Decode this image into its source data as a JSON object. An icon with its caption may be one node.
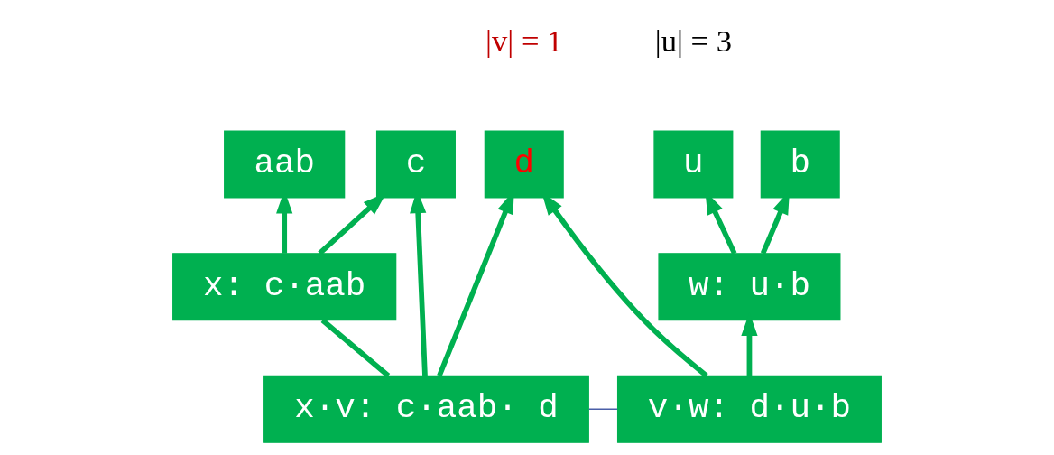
{
  "diagram": {
    "nodes": [
      {
        "text": [
          "c"
        ]
      },
      {
        "text": [
          "aab"
        ]
      },
      {
        "text": [
          "d"
        ],
        "beside": [
          "|v| = 1"
        ]
      },
      {
        "text": [
          "b"
        ]
      },
      {
        "text": [
          "u"
        ],
        "beside": [
          "|u| = 3"
        ]
      },
      {
        "text": [
          "x: c·aab"
        ]
      },
      {
        "text": [
          "w: u·b"
        ]
      },
      {
        "text": [
          "x·v: c·aab· d"
        ]
      },
      {
        "text": [
          "v·w: d·u·b"
        ]
      }
    ],
    "edges": [
      {
        "from": 7,
        "to": 0,
        "arrow": "to"
      },
      {
        "from": 5,
        "to": 0,
        "arrow": "to"
      },
      {
        "from": 5,
        "to": 1,
        "arrow": "to"
      },
      {
        "from": 7,
        "to": 5,
        "arrow": "none"
      },
      {
        "from": 7,
        "to": 2,
        "arrow": "to"
      },
      {
        "from": 8,
        "to": 2,
        "arrow": "to"
      },
      {
        "from": 6,
        "to": 3,
        "arrow": "to"
      },
      {
        "from": 6,
        "to": 4,
        "arrow": "to"
      },
      {
        "from": 8,
        "to": 6,
        "arrow": "to"
      },
      {
        "from": 7,
        "to": 8,
        "arrow": "none",
        "color": "#4a5fa8"
      }
    ]
  }
}
